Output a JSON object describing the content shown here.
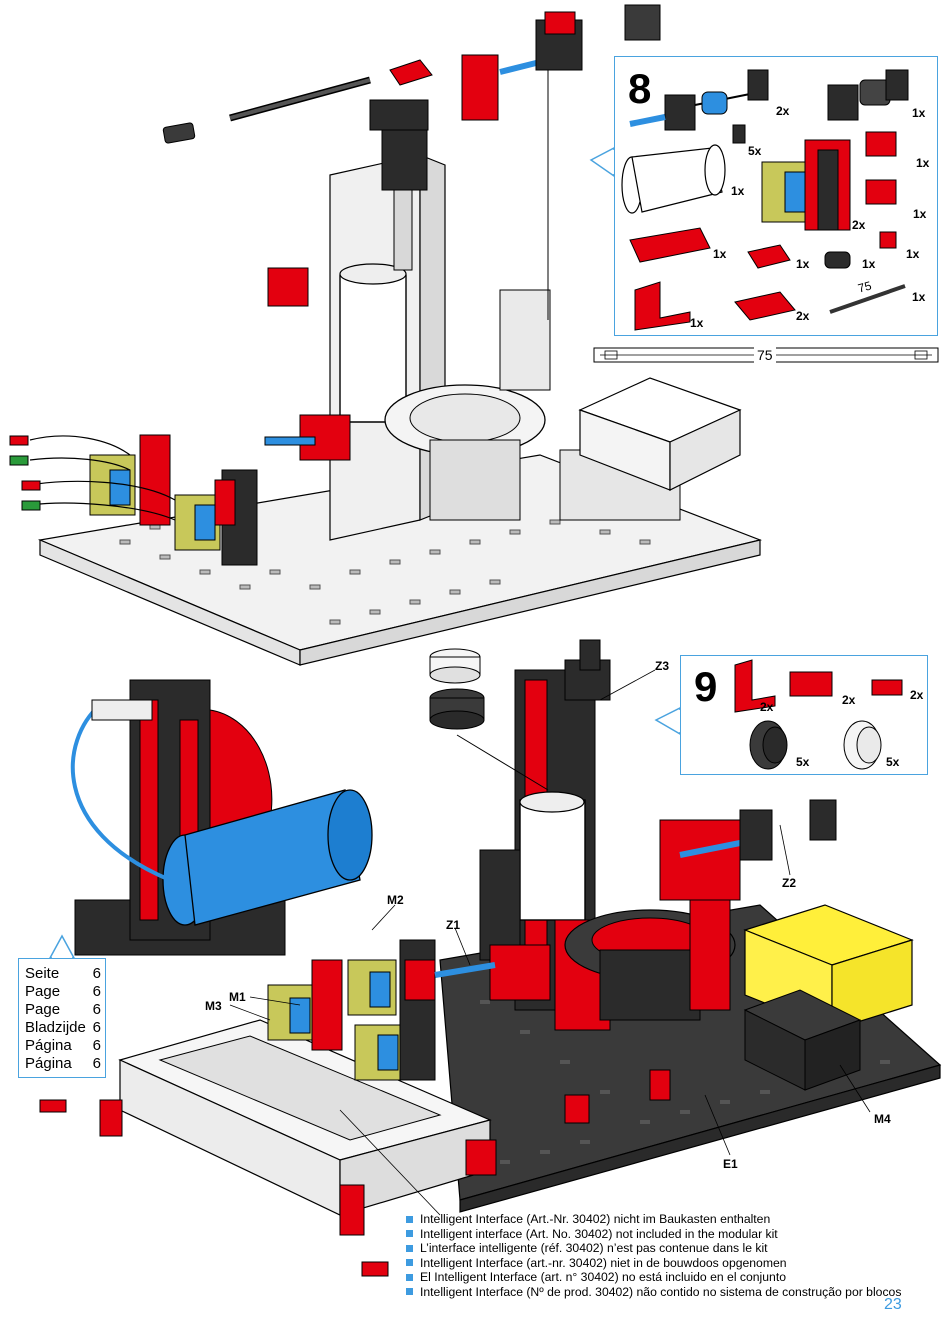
{
  "steps": [
    {
      "number": "8",
      "parts": [
        {
          "qty": "2x"
        },
        {
          "qty": "1x"
        },
        {
          "qty": "5x"
        },
        {
          "qty": "1x"
        },
        {
          "qty": "1x"
        },
        {
          "qty": "1x"
        },
        {
          "qty": "2x"
        },
        {
          "qty": "1x"
        },
        {
          "qty": "1x"
        },
        {
          "qty": "1x"
        },
        {
          "qty": "1x"
        },
        {
          "qty": "1x"
        },
        {
          "qty": "1x"
        },
        {
          "qty": "2x"
        }
      ],
      "axle_label": "75",
      "ruler_label": "75"
    },
    {
      "number": "9",
      "parts": [
        {
          "qty": "2x"
        },
        {
          "qty": "2x"
        },
        {
          "qty": "2x"
        },
        {
          "qty": "5x"
        },
        {
          "qty": "5x"
        }
      ]
    }
  ],
  "component_labels": {
    "z3": "Z3",
    "z2": "Z2",
    "z1": "Z1",
    "m1": "M1",
    "m2": "M2",
    "m3": "M3",
    "m4": "M4",
    "e1": "E1"
  },
  "page_reference": [
    {
      "label": "Seite",
      "page": "6"
    },
    {
      "label": "Page",
      "page": "6"
    },
    {
      "label": "Page",
      "page": "6"
    },
    {
      "label": "Bladzijde",
      "page": "6"
    },
    {
      "label": "Página",
      "page": "6"
    },
    {
      "label": "Página",
      "page": "6"
    }
  ],
  "notes": [
    "Intelligent Interface (Art.-Nr. 30402) nicht im Baukasten enthalten",
    "Intelligent interface (Art. No. 30402) not included in the modular kit",
    "L’interface intelligente (réf. 30402) n’est pas contenue dans le kit",
    "Intelligent Interface (art.-nr. 30402) niet in de bouwdoos opgenomen",
    "El Intelligent Interface (art. n° 30402) no está incluido en el conjunto",
    "Intelligent Interface (Nº de prod. 30402) não contido no sistema de construção por blocos"
  ],
  "page_number": "23",
  "colors": {
    "part_red": "#e3000f",
    "part_black": "#2b2b2b",
    "part_grey": "#dcdcdc",
    "part_yellow": "#c8c85a",
    "part_blue": "#2d8fe0",
    "accent_blue": "#4aa3df",
    "baseplate_white": "#f2f2f2",
    "baseplate_dark": "#3a3a3a",
    "storage_yellow": "#ffef3a"
  }
}
